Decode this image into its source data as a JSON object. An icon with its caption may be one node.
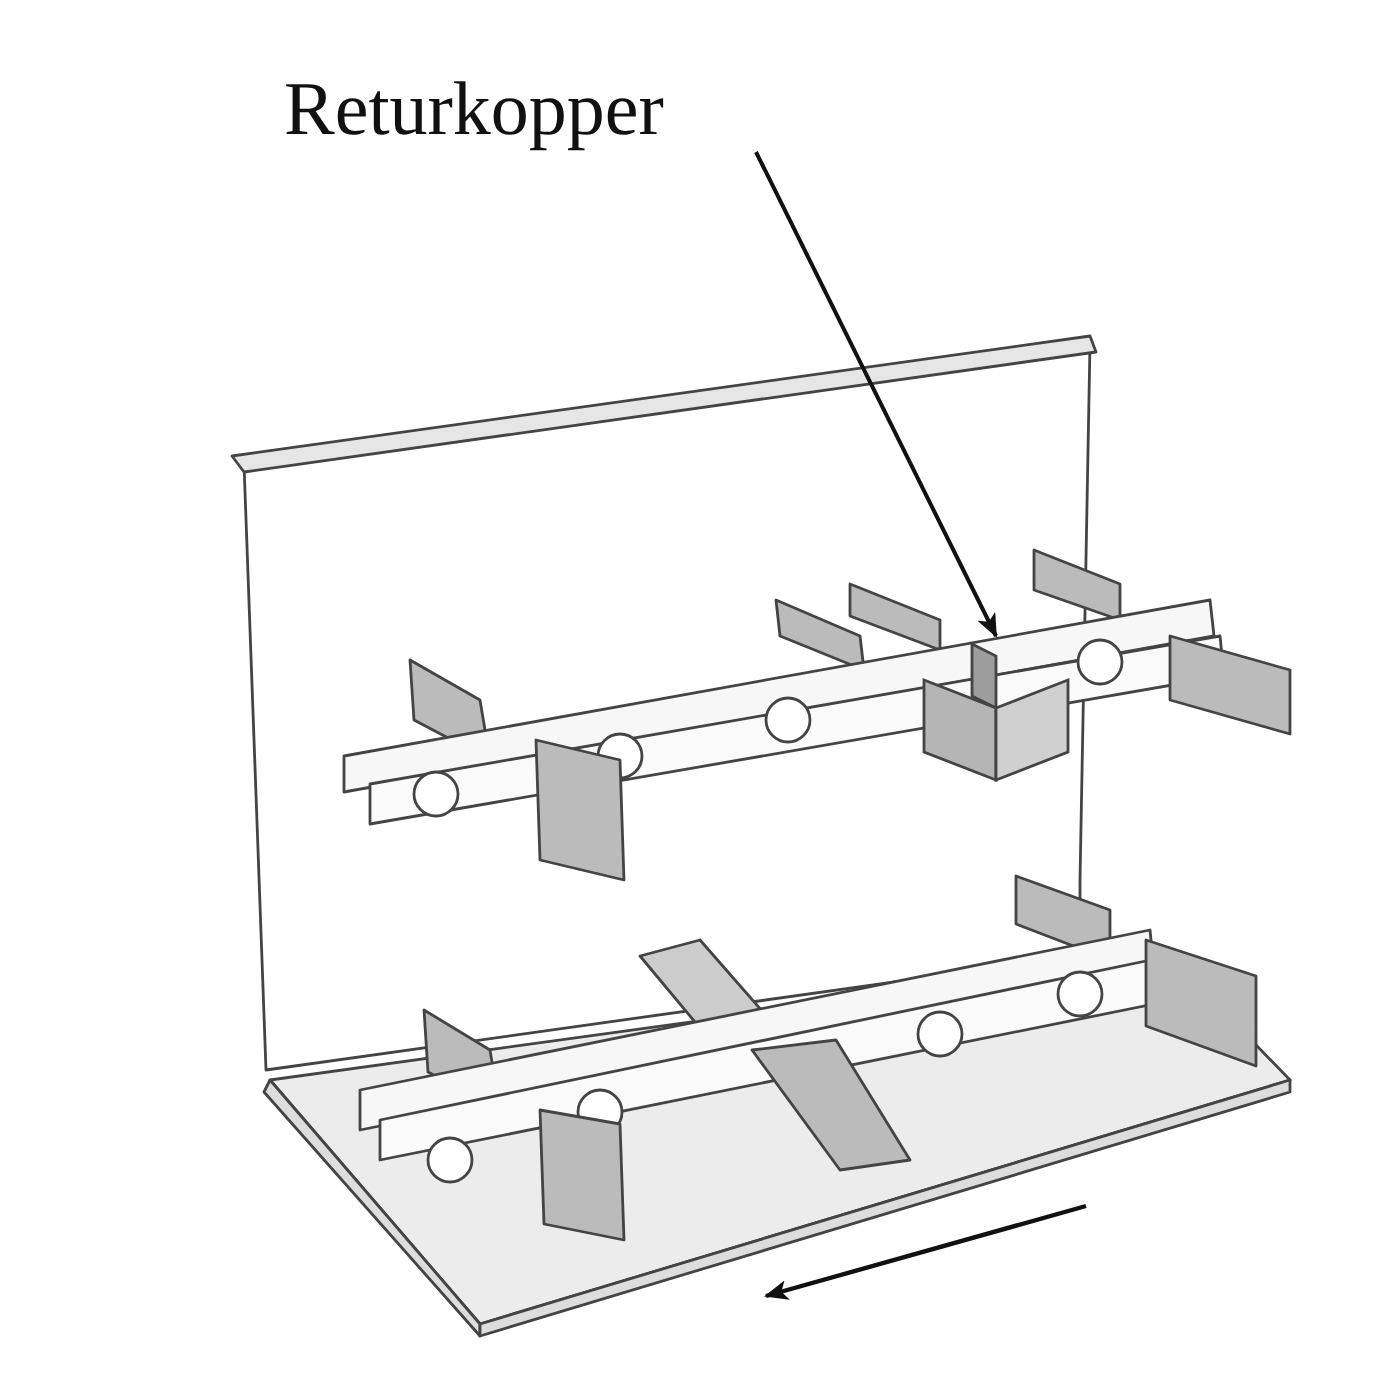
{
  "diagram": {
    "nodes": [
      {
        "text": [
          "Returkopper"
        ]
      },
      {
        "text": [],
        "shape": "picture"
      }
    ],
    "edges": [
      {
        "from": 0,
        "to": 1,
        "arrow": "to"
      }
    ]
  }
}
